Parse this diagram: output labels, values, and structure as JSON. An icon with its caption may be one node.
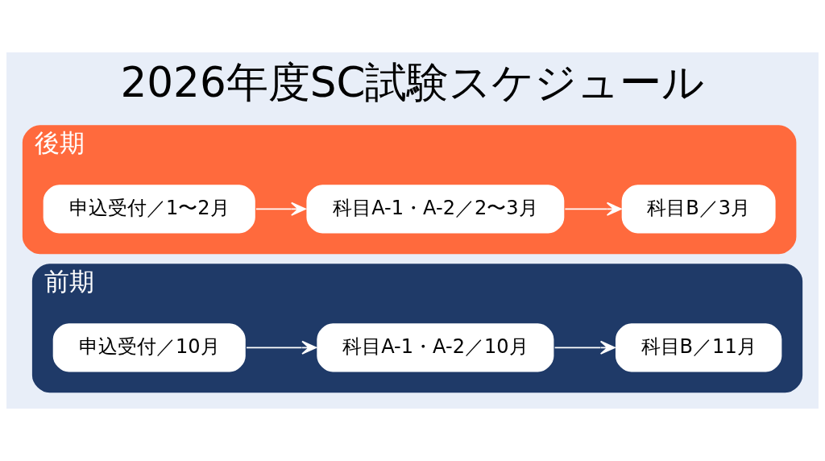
{
  "diagram": {
    "title": "2026年度SC試験スケジュール",
    "nodes": [
      {
        "text": [
          "前期"
        ]
      },
      {
        "text": [
          "申込受付／10月"
        ],
        "in": 0
      },
      {
        "text": [
          "科目A-1・A-2／10月"
        ],
        "in": 0
      },
      {
        "text": [
          "科目B／11月"
        ],
        "in": 0
      },
      {
        "text": [
          "後期"
        ]
      },
      {
        "text": [
          "申込受付／1〜2月"
        ],
        "in": 4
      },
      {
        "text": [
          "科目A-1・A-2／2〜3月"
        ],
        "in": 4
      },
      {
        "text": [
          "科目B／3月"
        ],
        "in": 4
      }
    ],
    "edges": [
      {
        "from": 1,
        "to": 2,
        "arrow": "to"
      },
      {
        "from": 2,
        "to": 3,
        "arrow": "to"
      },
      {
        "from": 5,
        "to": 6,
        "arrow": "to"
      },
      {
        "from": 6,
        "to": 7,
        "arrow": "to"
      }
    ]
  }
}
